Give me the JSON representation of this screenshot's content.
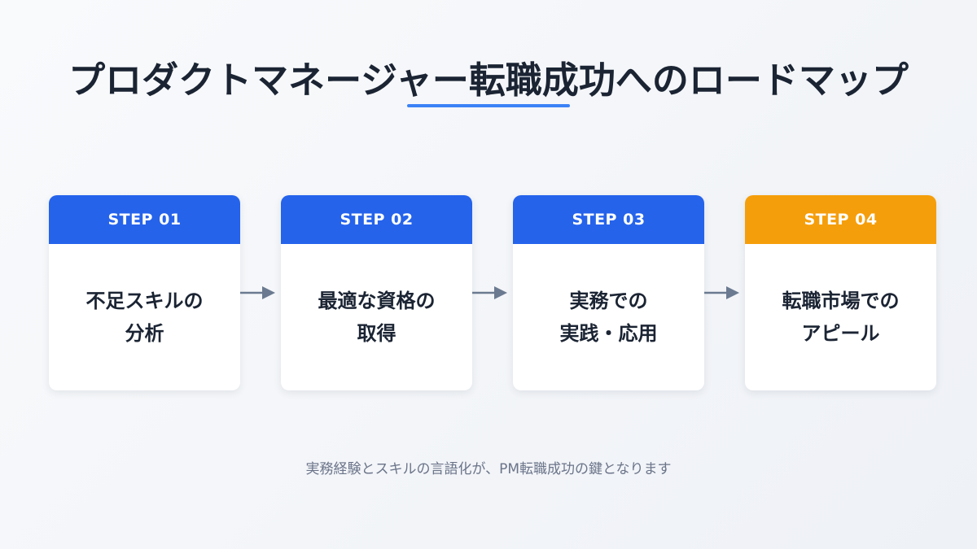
{
  "title": "プロダクトマネージャー転職成功へのロードマップ",
  "colors": {
    "title": "#1b2433",
    "accent_underline": "#3b82f6",
    "step_blue": "#2563eb",
    "step_orange": "#f59e0b",
    "arrow": "#6b7a90",
    "caption": "#6b7489"
  },
  "steps": [
    {
      "label": "STEP 01",
      "lines": [
        "不足スキルの",
        "分析"
      ],
      "color": "#2563eb"
    },
    {
      "label": "STEP 02",
      "lines": [
        "最適な資格の",
        "取得"
      ],
      "color": "#2563eb"
    },
    {
      "label": "STEP 03",
      "lines": [
        "実務での",
        "実践・応用"
      ],
      "color": "#2563eb"
    },
    {
      "label": "STEP 04",
      "lines": [
        "転職市場での",
        "アピール"
      ],
      "color": "#f59e0b"
    }
  ],
  "caption": "実務経験とスキルの言語化が、PM転職成功の鍵となります"
}
